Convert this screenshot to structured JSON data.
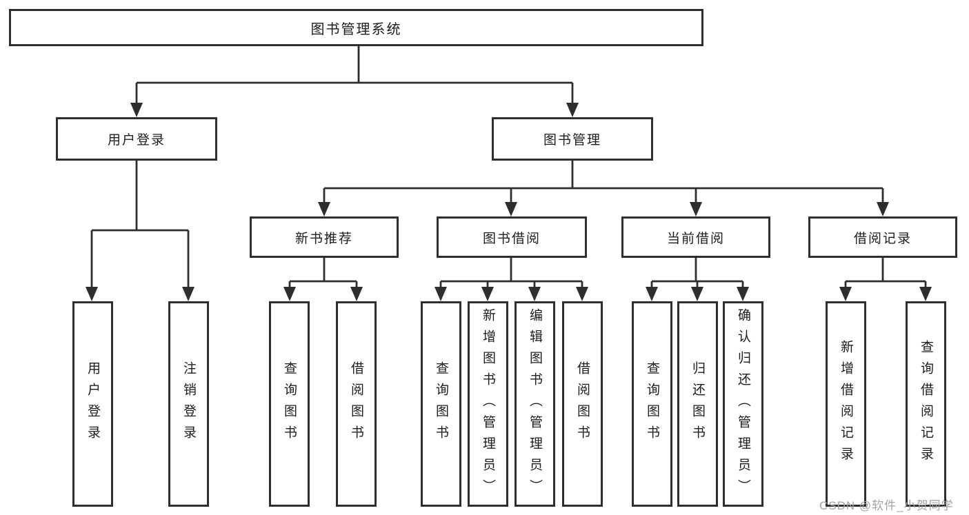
{
  "colors": {
    "line": "#2e2e2e",
    "text": "#1c1c1c",
    "background": "#ffffff",
    "box_background": "#ffffff",
    "watermark": "#a3a3a3"
  },
  "watermark": "CSDN @软件_小贺同学",
  "tree": {
    "root": "图书管理系统",
    "branches": [
      {
        "label": "用户登录",
        "children": [
          "用户登录",
          "注销登录"
        ]
      },
      {
        "label": "图书管理",
        "groups": [
          {
            "label": "新书推荐",
            "children": [
              "查询图书",
              "借阅图书"
            ]
          },
          {
            "label": "图书借阅",
            "children": [
              "查询图书",
              "新增图书（管理员）",
              "编辑图书（管理员）",
              "借阅图书"
            ]
          },
          {
            "label": "当前借阅",
            "children": [
              "查询图书",
              "归还图书",
              "确认归还（管理员）"
            ]
          },
          {
            "label": "借阅记录",
            "children": [
              "新增借阅记录",
              "查询借阅记录"
            ]
          }
        ]
      }
    ]
  }
}
